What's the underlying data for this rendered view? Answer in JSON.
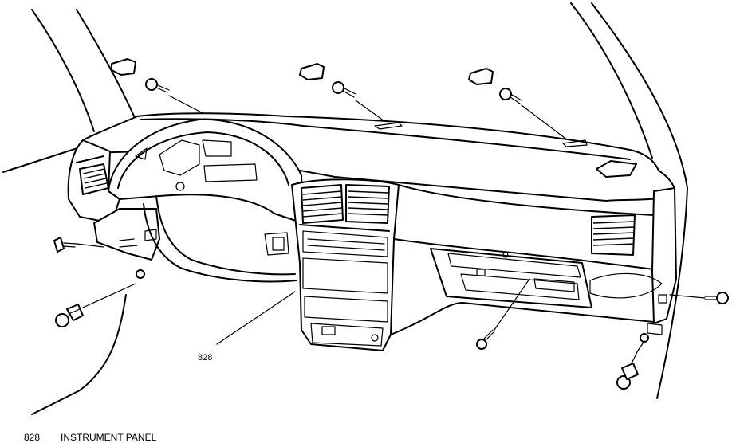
{
  "callout": {
    "number": "828"
  },
  "legend": {
    "number": "828",
    "text": "INSTRUMENT PANEL"
  }
}
